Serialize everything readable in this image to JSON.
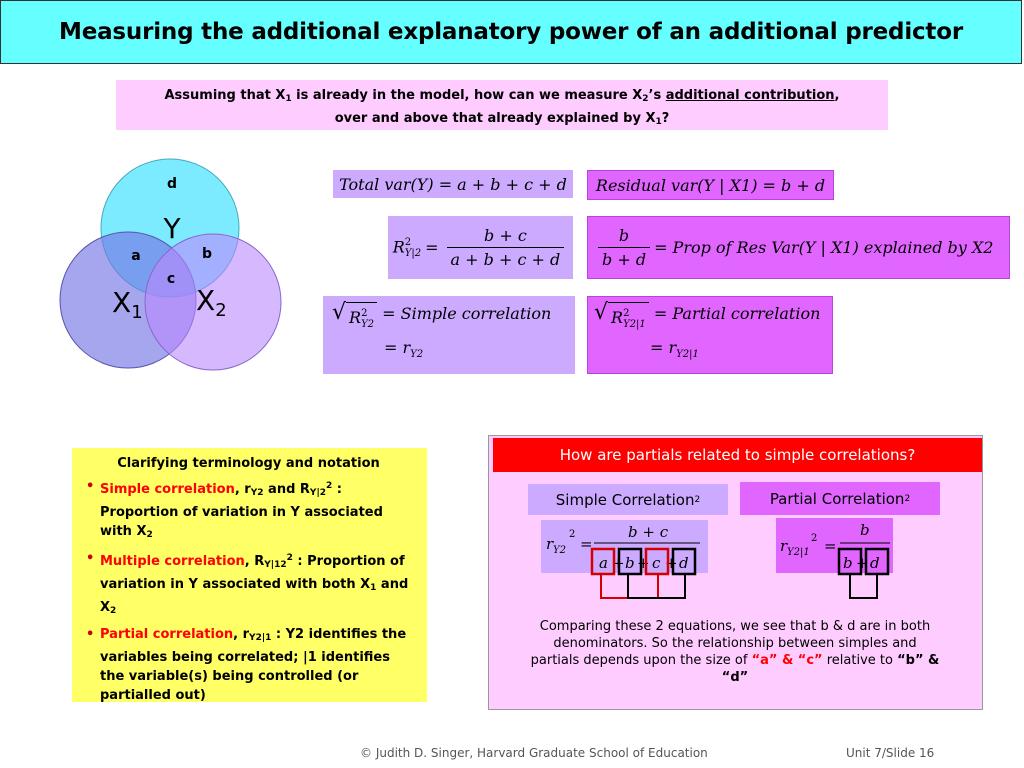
{
  "title": "Measuring the additional explanatory power of an additional predictor",
  "question": {
    "part1": "Assuming that X",
    "sub1": "1",
    "part2": " is already in the model, how can we measure X",
    "sub2": "2",
    "part3": "’s ",
    "underlined": "additional contribution",
    "part4": ",",
    "line2": "over and above that already explained by X",
    "sub3": "1",
    "part5": "?"
  },
  "venn": {
    "y_label": "Y",
    "x1_label": "X",
    "x1_sub": "1",
    "x2_label": "X",
    "x2_sub": "2",
    "region_a": "a",
    "region_b": "b",
    "region_c": "c",
    "region_d": "d",
    "colors": {
      "y_circle": "#66e8ff",
      "x1_circle": "#8888ee",
      "x2_circle": "#cc99ff"
    }
  },
  "equations": {
    "total_var": "Total var(Y) = a + b + c + d",
    "residual_var": "Residual var(Y | X1) = b + d",
    "r2_lhs": "R",
    "r2_sup": "2",
    "r2_sub": "Y|2",
    "r2_num": "b + c",
    "r2_den": "a + b + c + d",
    "prop_num": "b",
    "prop_den": "b + d",
    "prop_rhs": "= Prop of  Res Var(Y | X1) explained by X2",
    "simple_corr_lhs_sub": "Y2",
    "simple_corr_rhs": "= Simple correlation",
    "simple_corr_r": "= r",
    "simple_corr_r_sub": "Y2",
    "partial_corr_lhs_sub": "Y2|1",
    "partial_corr_rhs": "= Partial correlation",
    "partial_corr_r": "= r",
    "partial_corr_r_sub": "Y2|1"
  },
  "terminology": {
    "title": "Clarifying terminology and notation",
    "items": [
      {
        "term": "Simple correlation",
        "rest": ", r",
        "sub": "Y2",
        "rest2": " and R",
        "sub2": "Y|2",
        "sup2": "2",
        "rest3": " : Proportion of variation in Y associated with X",
        "sub3": "2"
      },
      {
        "term": "Multiple correlation",
        "rest": ", R",
        "sub": "Y|12",
        "sup": "2",
        "rest2": " : Proportion of variation in Y associated with both X",
        "sub2": "1",
        "rest3": " and X",
        "sub3": "2"
      },
      {
        "term": "Partial correlation",
        "rest": ", r",
        "sub": "Y2|1",
        "rest2": " : Y2 identifies the variables being correlated; |1 identifies the variable(s) being controlled (or partialled out)"
      }
    ]
  },
  "partials": {
    "header": "How are partials related to simple correlations?",
    "simple_label": "Simple Correlation",
    "simple_label_sup": "2",
    "partial_label": "Partial Correlation",
    "partial_label_sup": "2",
    "simple_eq_num": "b + c",
    "simple_eq_den": [
      "a",
      "b",
      "c",
      "d"
    ],
    "simple_eq_lhs_sub": "Y2",
    "partial_eq_num": "b",
    "partial_eq_den": [
      "b",
      "d"
    ],
    "partial_eq_lhs_sub": "Y2|1",
    "eq_sup": "2",
    "compare_text": "Comparing these 2 equations, we see that b & d are in both denominators.  So the relationship between simples and partials depends upon the size of ",
    "compare_ac": "“a” & “c”",
    "compare_rel": " relative to ",
    "compare_bd": "“b” & “d”"
  },
  "footer": {
    "credit": "© Judith D. Singer, Harvard Graduate School of Education",
    "slide": "Unit 7/Slide 16"
  }
}
